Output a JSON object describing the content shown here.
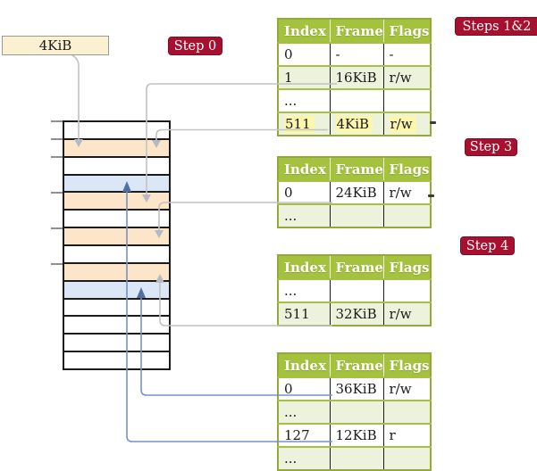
{
  "frame_box": {
    "label": "4KiB"
  },
  "badges": {
    "step0": "Step 0",
    "steps12": "Steps 1&2",
    "step3": "Step 3",
    "step4": "Step 4"
  },
  "tables": {
    "columns": [
      "Index",
      "Frame",
      "Flags"
    ],
    "level4": {
      "rows": [
        [
          "0",
          "-",
          "-"
        ],
        [
          "1",
          "16KiB",
          "r/w"
        ],
        [
          "...",
          "",
          ""
        ],
        [
          "511",
          "4KiB",
          "r/w"
        ]
      ]
    },
    "level3": {
      "rows": [
        [
          "0",
          "24KiB",
          "r/w"
        ],
        [
          "...",
          "",
          ""
        ]
      ]
    },
    "level2": {
      "rows": [
        [
          "...",
          "",
          ""
        ],
        [
          "511",
          "32KiB",
          "r/w"
        ]
      ]
    },
    "level1": {
      "rows": [
        [
          "0",
          "36KiB",
          "r/w"
        ],
        [
          "...",
          "",
          ""
        ],
        [
          "127",
          "12KiB",
          "r"
        ],
        [
          "...",
          "",
          ""
        ]
      ]
    }
  },
  "memory": {
    "rows": [
      {
        "kind": "free"
      },
      {
        "kind": "table"
      },
      {
        "kind": "free"
      },
      {
        "kind": "page"
      },
      {
        "kind": "table"
      },
      {
        "kind": "free"
      },
      {
        "kind": "table"
      },
      {
        "kind": "free"
      },
      {
        "kind": "table"
      },
      {
        "kind": "page"
      },
      {
        "kind": "free"
      },
      {
        "kind": "free"
      },
      {
        "kind": "free"
      },
      {
        "kind": "free"
      }
    ],
    "ticks_y": [
      135,
      155,
      175,
      215,
      255,
      295
    ]
  },
  "colors": {
    "badge_red": "#a81030",
    "badge_border": "#7d0c24",
    "header_green": "#a4c23d",
    "table_border": "#94a93a",
    "green_divider": "#a6c046",
    "row_green": "#edf2dc",
    "highlight_yellow": "#fcf7ad",
    "frame_peach": "#fde5c9",
    "page_blue": "#dbe7f6",
    "box_cream": "#fbf0d0",
    "box_border": "#9a9a9a",
    "row_border": "#1b1b1b",
    "tick_gray": "#8f8f8f",
    "arrow_gray": "#c2c2c2",
    "arrowhead_gray": "#b4bac3",
    "arrow_blue": "#7494c4",
    "arrowhead_blue": "#4f72a3"
  }
}
